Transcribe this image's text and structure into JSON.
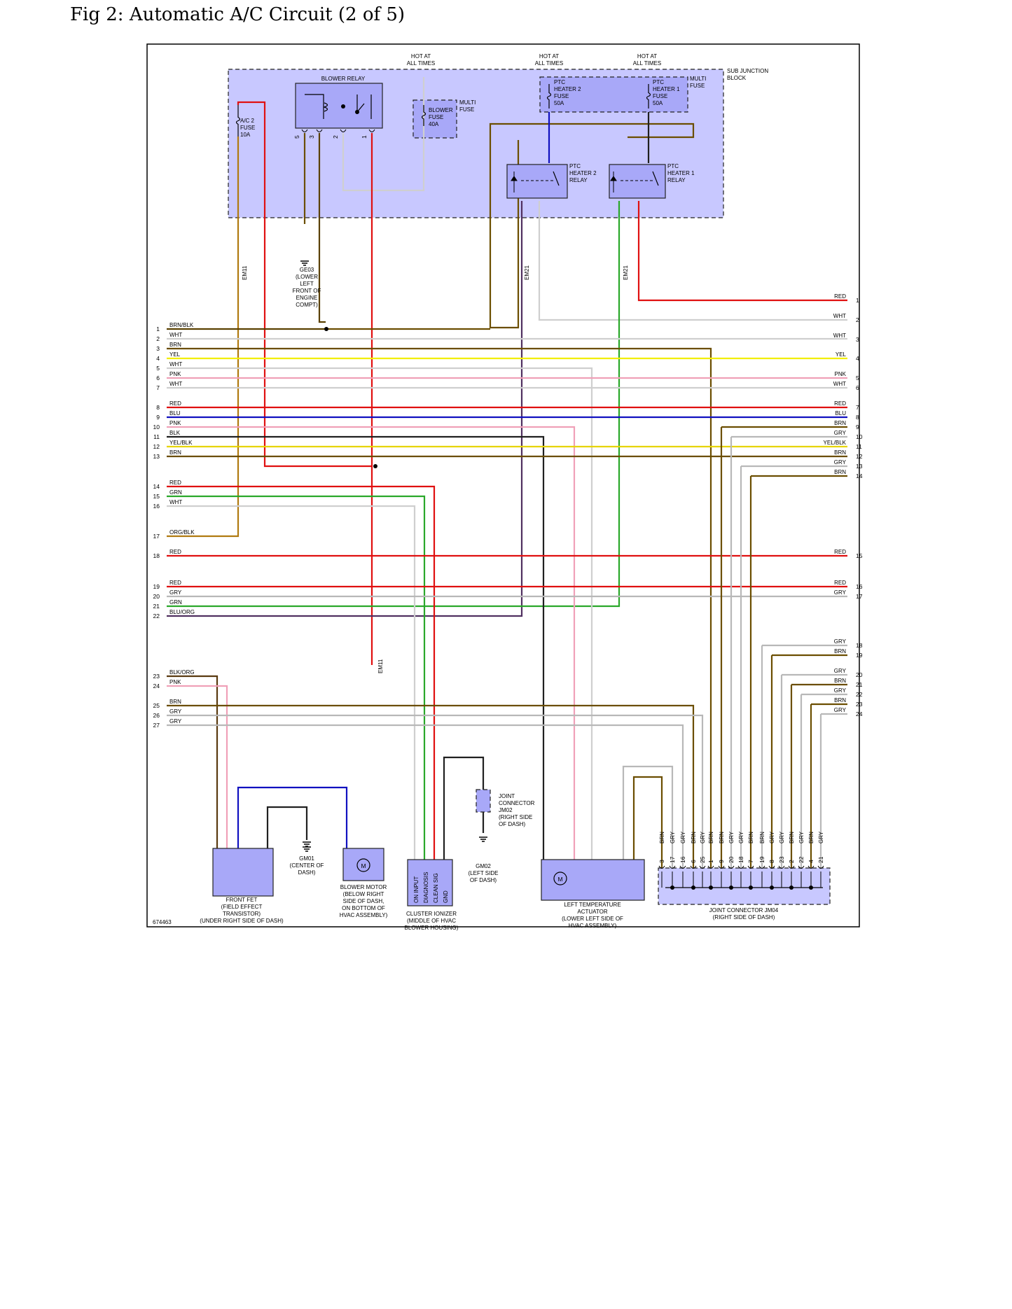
{
  "title": "Fig 2: Automatic A/C Circuit (2 of 5)",
  "diagram_id": "674463",
  "colors": {
    "BRN": "#6b4e00",
    "WHT": "#cfcfcf",
    "YEL": "#f2ee00",
    "PNK": "#f0a0b8",
    "RED": "#e01010",
    "BLU": "#1010c0",
    "BLK": "#202020",
    "YEL/BLK": "#e6d400",
    "GRN": "#2aa82a",
    "GRY": "#b8b8b8",
    "ORG/BLK": "#b07a10",
    "BLU/ORG": "#503060",
    "BLK/ORG": "#5a3a10",
    "BRN/BLK": "#5a4000",
    "block_fill": "#c8c8ff",
    "comp_fill": "#a8a8f8"
  },
  "hot_labels": [
    "HOT AT",
    "ALL TIMES"
  ],
  "sub_junction_block": [
    "SUB JUNCTION",
    "BLOCK"
  ],
  "multi_fuse": [
    "MULTI",
    "FUSE"
  ],
  "blower_relay": "BLOWER RELAY",
  "blower_fuse": [
    "BLOWER",
    "FUSE",
    "40A"
  ],
  "ac2_fuse": [
    "A/C 2",
    "FUSE",
    "10A"
  ],
  "ptc_fuse2": [
    "PTC",
    "HEATER 2",
    "FUSE",
    "50A"
  ],
  "ptc_fuse1": [
    "PTC",
    "HEATER 1",
    "FUSE",
    "50A"
  ],
  "ptc_relay2": [
    "PTC",
    "HEATER 2",
    "RELAY"
  ],
  "ptc_relay1": [
    "PTC",
    "HEATER 1",
    "RELAY"
  ],
  "ge03": [
    "GE03",
    "(LOWER",
    "LEFT",
    "FRONT OF",
    "ENGINE",
    "COMPT)"
  ],
  "em11": "EM11",
  "em21": "EM21",
  "left_wires": [
    {
      "n": "1",
      "c": "BRN/BLK"
    },
    {
      "n": "2",
      "c": "WHT"
    },
    {
      "n": "3",
      "c": "BRN"
    },
    {
      "n": "4",
      "c": "YEL"
    },
    {
      "n": "5",
      "c": "WHT"
    },
    {
      "n": "6",
      "c": "PNK"
    },
    {
      "n": "7",
      "c": "WHT"
    },
    {
      "n": "8",
      "c": "RED"
    },
    {
      "n": "9",
      "c": "BLU"
    },
    {
      "n": "10",
      "c": "PNK"
    },
    {
      "n": "11",
      "c": "BLK"
    },
    {
      "n": "12",
      "c": "YEL/BLK"
    },
    {
      "n": "13",
      "c": "BRN"
    },
    {
      "n": "14",
      "c": "RED"
    },
    {
      "n": "15",
      "c": "GRN"
    },
    {
      "n": "16",
      "c": "WHT"
    },
    {
      "n": "17",
      "c": "ORG/BLK"
    },
    {
      "n": "18",
      "c": "RED"
    },
    {
      "n": "19",
      "c": "RED"
    },
    {
      "n": "20",
      "c": "GRY"
    },
    {
      "n": "21",
      "c": "GRN"
    },
    {
      "n": "22",
      "c": "BLU/ORG"
    },
    {
      "n": "23",
      "c": "BLK/ORG"
    },
    {
      "n": "24",
      "c": "PNK"
    },
    {
      "n": "25",
      "c": "BRN"
    },
    {
      "n": "26",
      "c": "GRY"
    },
    {
      "n": "27",
      "c": "GRY"
    }
  ],
  "right_wires": [
    {
      "n": "1",
      "c": "RED"
    },
    {
      "n": "2",
      "c": "WHT"
    },
    {
      "n": "3",
      "c": "WHT"
    },
    {
      "n": "4",
      "c": "YEL"
    },
    {
      "n": "5",
      "c": "PNK"
    },
    {
      "n": "6",
      "c": "WHT"
    },
    {
      "n": "7",
      "c": "RED"
    },
    {
      "n": "8",
      "c": "BLU"
    },
    {
      "n": "9",
      "c": "BRN"
    },
    {
      "n": "10",
      "c": "GRY"
    },
    {
      "n": "11",
      "c": "YEL/BLK"
    },
    {
      "n": "12",
      "c": "BRN"
    },
    {
      "n": "13",
      "c": "GRY"
    },
    {
      "n": "14",
      "c": "BRN"
    },
    {
      "n": "15",
      "c": "RED"
    },
    {
      "n": "16",
      "c": "RED"
    },
    {
      "n": "17",
      "c": "GRY"
    },
    {
      "n": "18",
      "c": "GRY"
    },
    {
      "n": "19",
      "c": "BRN"
    },
    {
      "n": "20",
      "c": "GRY"
    },
    {
      "n": "21",
      "c": "BRN"
    },
    {
      "n": "22",
      "c": "GRY"
    },
    {
      "n": "23",
      "c": "BRN"
    },
    {
      "n": "24",
      "c": "GRY"
    }
  ],
  "front_fet": [
    "FRONT FET",
    "(FIELD EFFECT",
    "TRANSISTOR)",
    "(UNDER RIGHT SIDE OF DASH)"
  ],
  "gm01": [
    "GM01",
    "(CENTER OF",
    "DASH)"
  ],
  "blower_motor": [
    "BLOWER MOTOR",
    "(BELOW RIGHT",
    "SIDE OF DASH,",
    "ON BOTTOM OF",
    "HVAC ASSEMBLY)"
  ],
  "cluster_ionizer": [
    "CLUSTER IONIZER",
    "(MIDDLE OF HVAC",
    "BLOWER HOUSING)"
  ],
  "ionizer_pins": [
    "ON INPUT",
    "DIAGNOSIS",
    "CLEAN SIG",
    "GND"
  ],
  "jm02": [
    "JOINT",
    "CONNECTOR",
    "JM02",
    "(RIGHT SIDE",
    "OF DASH)"
  ],
  "gm02": [
    "GM02",
    "(LEFT SIDE",
    "OF DASH)"
  ],
  "left_temp_actuator": [
    "LEFT TEMPERATURE",
    "ACTUATOR",
    "(LOWER LEFT SIDE OF",
    "HVAC ASSEMBLY)"
  ],
  "jm04": [
    "JOINT CONNECTOR JM04",
    "(RIGHT SIDE OF DASH)"
  ],
  "jm04_pins": [
    {
      "n": "3",
      "c": "BRN"
    },
    {
      "n": "17",
      "c": "GRY"
    },
    {
      "n": "16",
      "c": "GRY"
    },
    {
      "n": "6",
      "c": "BRN"
    },
    {
      "n": "25",
      "c": "GRY"
    },
    {
      "n": "1",
      "c": "BRN"
    },
    {
      "n": "9",
      "c": "BRN"
    },
    {
      "n": "20",
      "c": "GRY"
    },
    {
      "n": "18",
      "c": "GRY"
    },
    {
      "n": "7",
      "c": "BRN"
    },
    {
      "n": "19",
      "c": "BRN"
    },
    {
      "n": "8",
      "c": "GRY"
    },
    {
      "n": "23",
      "c": "GRY"
    },
    {
      "n": "2",
      "c": "BRN"
    },
    {
      "n": "22",
      "c": "GRY"
    },
    {
      "n": "4",
      "c": "BRN"
    },
    {
      "n": "21",
      "c": "GRY"
    }
  ]
}
